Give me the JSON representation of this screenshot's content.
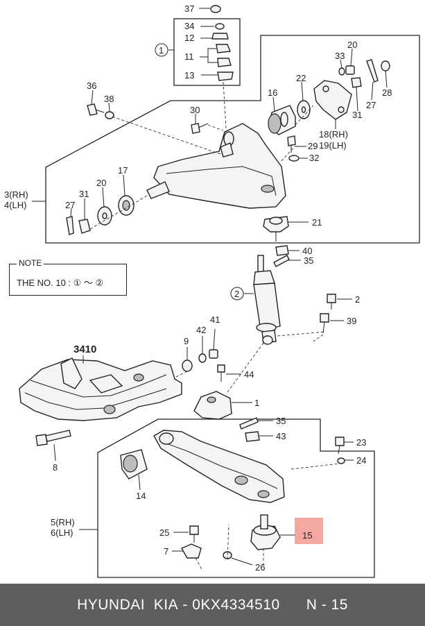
{
  "callouts": {
    "c1": "1",
    "c2": "2",
    "c3rh": "3(RH)",
    "c4lh": "4(LH)",
    "c5rh": "5(RH)",
    "c6lh": "6(LH)",
    "c7": "7",
    "c8": "8",
    "c9": "9",
    "c11": "11",
    "c12": "12",
    "c13": "13",
    "c14": "14",
    "c15": "15",
    "c16": "16",
    "c17": "17",
    "c18rh": "18(RH)",
    "c19lh": "19(LH)",
    "c20a": "20",
    "c20b": "20",
    "c21": "21",
    "c22": "22",
    "c23": "23",
    "c24": "24",
    "c25": "25",
    "c26": "26",
    "c27a": "27",
    "c27b": "27",
    "c28": "28",
    "c29": "29",
    "c30": "30",
    "c31a": "31",
    "c31b": "31",
    "c32": "32",
    "c33": "33",
    "c34": "34",
    "c35a": "35",
    "c35b": "35",
    "c36": "36",
    "c37": "37",
    "c38": "38",
    "c39": "39",
    "c40": "40",
    "c41": "41",
    "c42": "42",
    "c43": "43",
    "c44": "44"
  },
  "circled": {
    "one": "1",
    "two": "2"
  },
  "group_code": "3410",
  "note": {
    "title": "NOTE",
    "text": "THE NO. 10 : ① ～ ②"
  },
  "highlight_color": "#f28b82",
  "footer": {
    "brand": "HYUNDAI  KIA",
    "part_number": "0KX4334510",
    "position": "N - 15"
  }
}
